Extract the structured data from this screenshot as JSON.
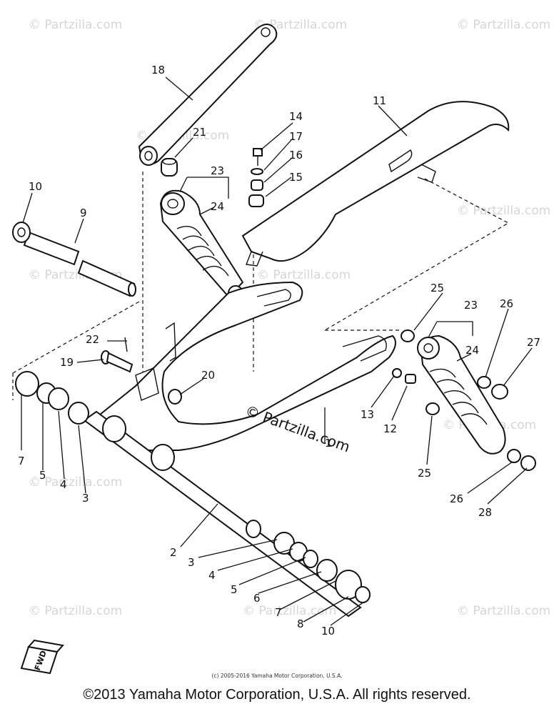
{
  "watermark": "© Partzilla.com",
  "diagram_watermark": "© Partzilla.com",
  "fwd_label": "FWD",
  "copyright_small": "(c) 2005-2016 Yamaha Motor Corporation, U.S.A.",
  "copyright_main": "©2013 Yamaha Motor Corporation, U.S.A. All rights reserved.",
  "callouts": [
    "1",
    "2",
    "3",
    "3",
    "4",
    "4",
    "5",
    "5",
    "6",
    "7",
    "7",
    "8",
    "9",
    "10",
    "10",
    "11",
    "12",
    "13",
    "14",
    "15",
    "16",
    "17",
    "18",
    "19",
    "20",
    "21",
    "22",
    "23",
    "23",
    "24",
    "24",
    "25",
    "25",
    "26",
    "26",
    "27",
    "28"
  ]
}
